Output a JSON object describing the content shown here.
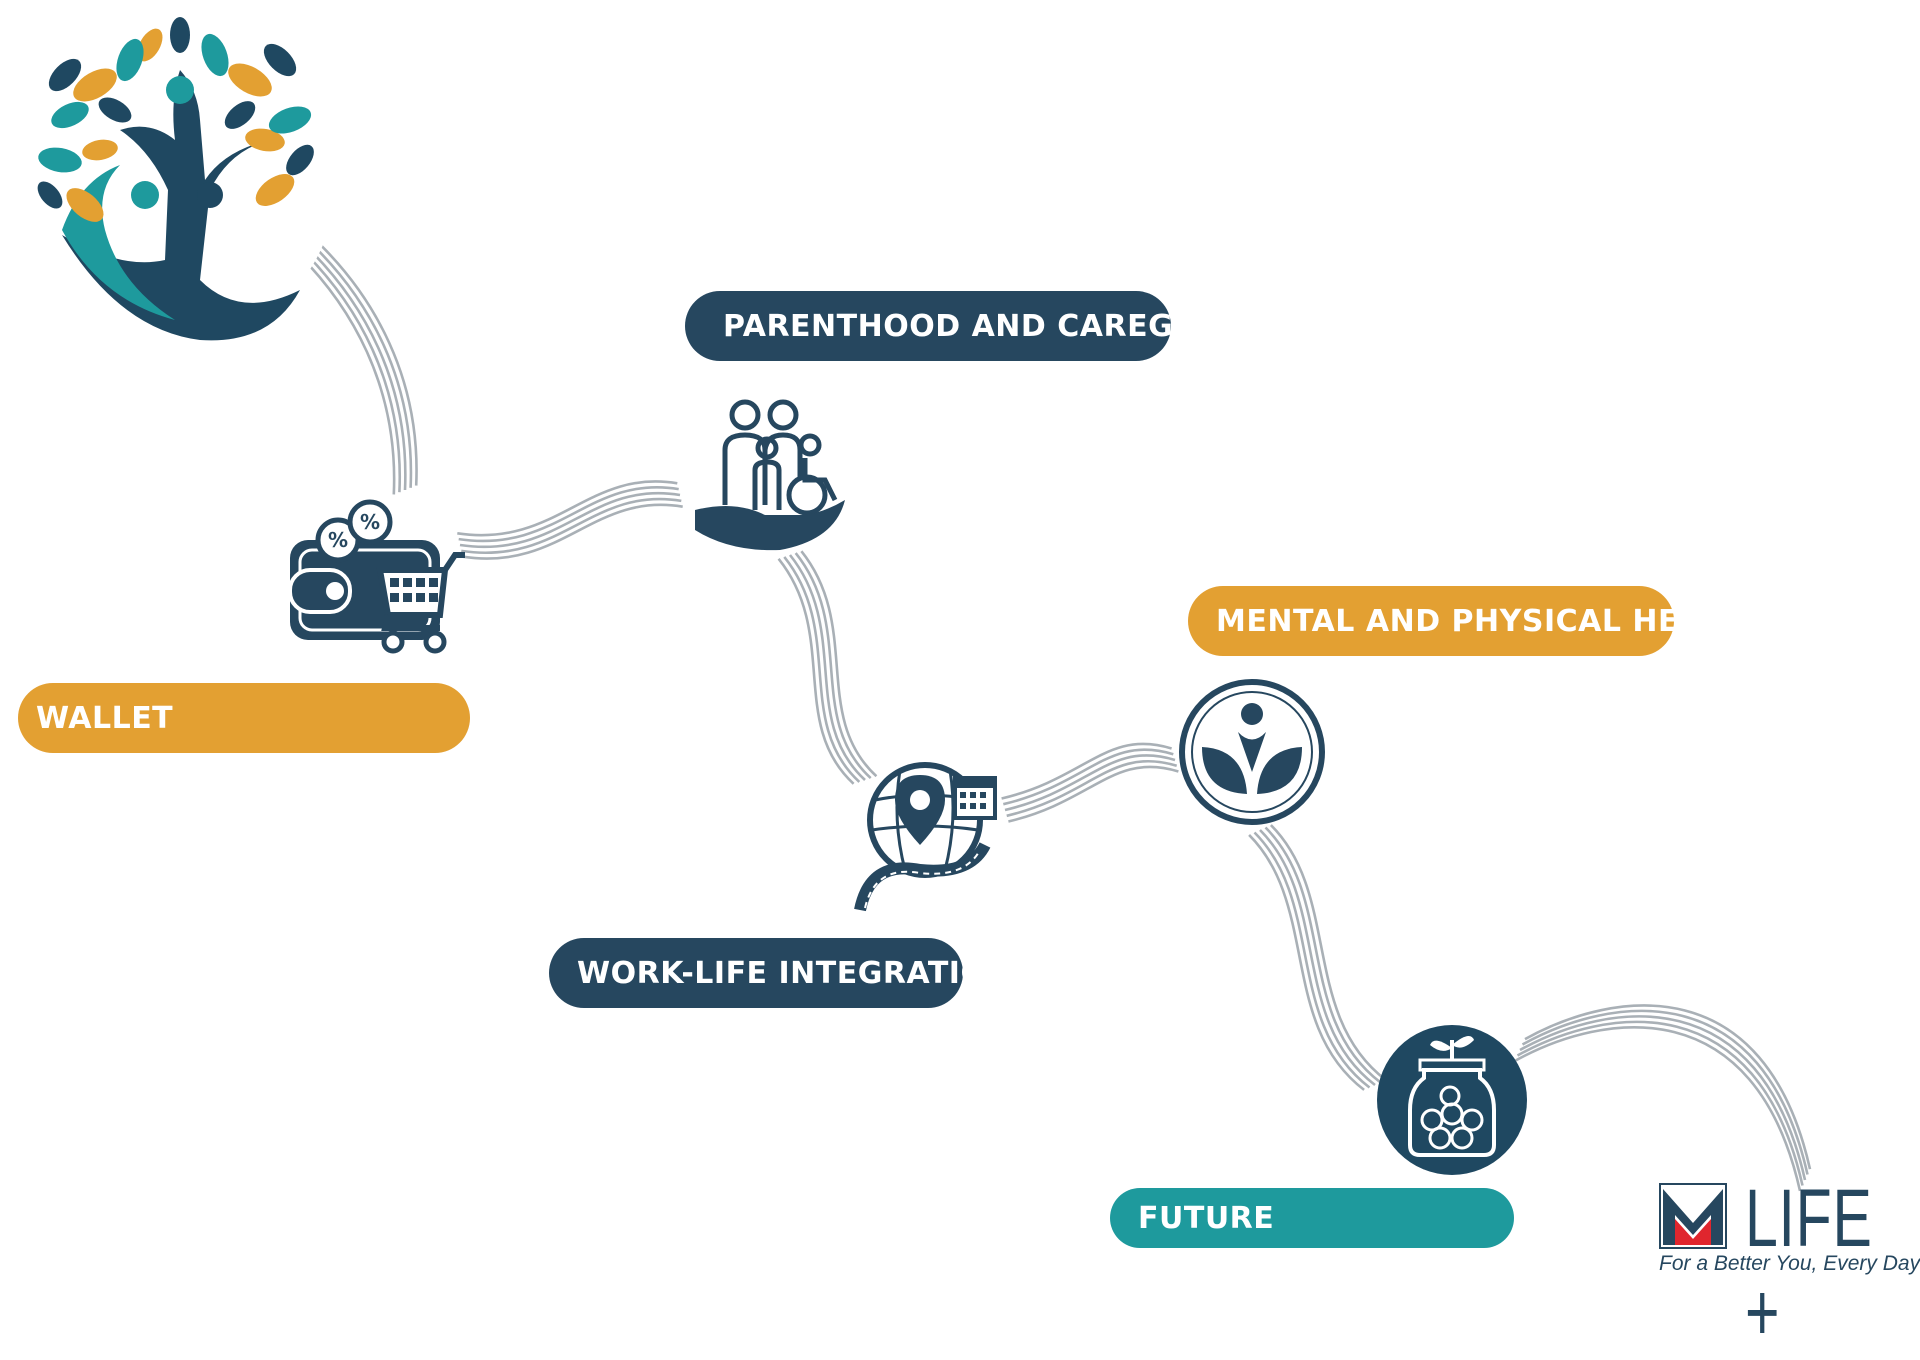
{
  "colors": {
    "navy": "#26475f",
    "gold": "#e3a032",
    "teal": "#1e9a9d",
    "path_stroke": "#a9b0b6",
    "brand_red": "#e0262e"
  },
  "steps": [
    {
      "label": "WALLET",
      "icon": "wallet-shopping-cart-icon",
      "color": "gold"
    },
    {
      "label": "PARENTHOOD AND CAREGIVING",
      "icon": "family-caregiving-hand-icon",
      "color": "navy"
    },
    {
      "label": "WORK-LIFE INTEGRATION",
      "icon": "map-pin-calendar-road-icon",
      "color": "navy"
    },
    {
      "label": "MENTAL AND PHYSICAL HEALTH",
      "icon": "person-leaves-wellness-icon",
      "color": "gold"
    },
    {
      "label": "FUTURE",
      "icon": "coin-jar-sprout-icon",
      "color": "teal"
    }
  ],
  "header_logo": {
    "icon": "family-tree-logo-icon"
  },
  "brand": {
    "mark_letter": "M",
    "name": "LIFE +",
    "tagline": "For a Better You, Every Day",
    "mark_icon": "brand-m-icon"
  }
}
